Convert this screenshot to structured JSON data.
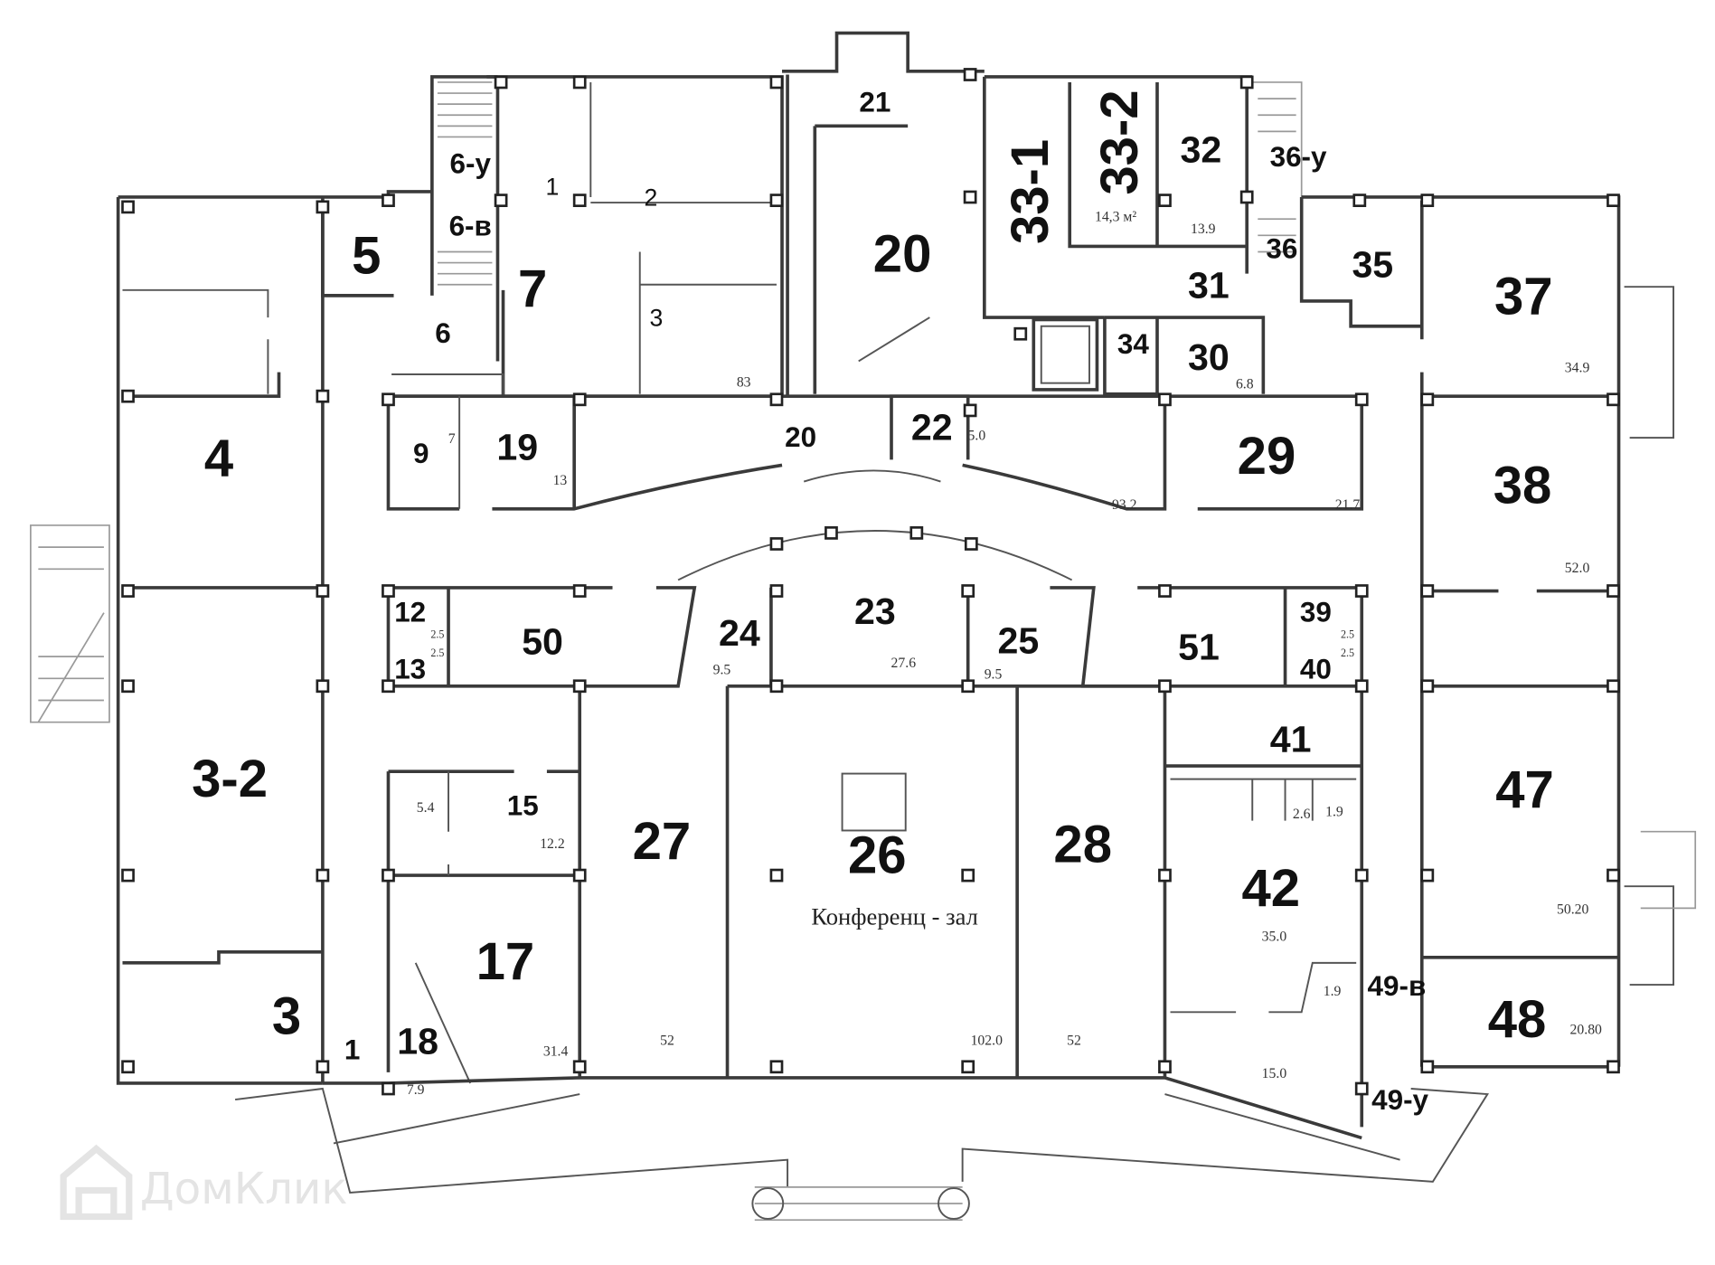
{
  "title": "Floor plan",
  "watermark": "ДомКлик",
  "labels": [
    {
      "text": "4",
      "kind": "room"
    },
    {
      "text": "5",
      "kind": "room"
    },
    {
      "text": "6-у",
      "kind": "room"
    },
    {
      "text": "6-в",
      "kind": "room"
    },
    {
      "text": "6",
      "kind": "room"
    },
    {
      "text": "7",
      "kind": "room"
    },
    {
      "text": "1",
      "kind": "room"
    },
    {
      "text": "2",
      "kind": "room"
    },
    {
      "text": "3",
      "kind": "room"
    },
    {
      "text": "83",
      "kind": "area"
    },
    {
      "text": "9",
      "kind": "room"
    },
    {
      "text": "7",
      "kind": "area"
    },
    {
      "text": "19",
      "kind": "room"
    },
    {
      "text": "13",
      "kind": "area"
    },
    {
      "text": "20",
      "kind": "room"
    },
    {
      "text": "21",
      "kind": "room"
    },
    {
      "text": "20",
      "kind": "room"
    },
    {
      "text": "22",
      "kind": "room"
    },
    {
      "text": "5.0",
      "kind": "area"
    },
    {
      "text": "33-1",
      "kind": "room"
    },
    {
      "text": "33-2",
      "kind": "room"
    },
    {
      "text": "14,3 м²",
      "kind": "area"
    },
    {
      "text": "32",
      "kind": "room"
    },
    {
      "text": "13.9",
      "kind": "area"
    },
    {
      "text": "36-у",
      "kind": "room"
    },
    {
      "text": "36",
      "kind": "room"
    },
    {
      "text": "35",
      "kind": "room"
    },
    {
      "text": "37",
      "kind": "room"
    },
    {
      "text": "34.9",
      "kind": "area"
    },
    {
      "text": "31",
      "kind": "room"
    },
    {
      "text": "34",
      "kind": "room"
    },
    {
      "text": "30",
      "kind": "room"
    },
    {
      "text": "6.8",
      "kind": "area"
    },
    {
      "text": "29",
      "kind": "room"
    },
    {
      "text": "21.7",
      "kind": "area"
    },
    {
      "text": "93.2",
      "kind": "area"
    },
    {
      "text": "38",
      "kind": "room"
    },
    {
      "text": "52.0",
      "kind": "area"
    },
    {
      "text": "12",
      "kind": "room"
    },
    {
      "text": "2.5",
      "kind": "area"
    },
    {
      "text": "13",
      "kind": "room"
    },
    {
      "text": "2.5",
      "kind": "area"
    },
    {
      "text": "50",
      "kind": "room"
    },
    {
      "text": "24",
      "kind": "room"
    },
    {
      "text": "9.5",
      "kind": "area"
    },
    {
      "text": "23",
      "kind": "room"
    },
    {
      "text": "27.6",
      "kind": "area"
    },
    {
      "text": "25",
      "kind": "room"
    },
    {
      "text": "9.5",
      "kind": "area"
    },
    {
      "text": "51",
      "kind": "room"
    },
    {
      "text": "39",
      "kind": "room"
    },
    {
      "text": "2.5",
      "kind": "area"
    },
    {
      "text": "2.5",
      "kind": "area"
    },
    {
      "text": "40",
      "kind": "room"
    },
    {
      "text": "3-2",
      "kind": "room"
    },
    {
      "text": "15",
      "kind": "room"
    },
    {
      "text": "5.4",
      "kind": "area"
    },
    {
      "text": "12.2",
      "kind": "area"
    },
    {
      "text": "27",
      "kind": "room"
    },
    {
      "text": "52",
      "kind": "area"
    },
    {
      "text": "26",
      "kind": "room"
    },
    {
      "text": "Конференц - зал",
      "kind": "room-name"
    },
    {
      "text": "102.0",
      "kind": "area"
    },
    {
      "text": "28",
      "kind": "room"
    },
    {
      "text": "52",
      "kind": "area"
    },
    {
      "text": "41",
      "kind": "room"
    },
    {
      "text": "42",
      "kind": "room"
    },
    {
      "text": "2.6",
      "kind": "area"
    },
    {
      "text": "1.9",
      "kind": "area"
    },
    {
      "text": "35.0",
      "kind": "area"
    },
    {
      "text": "1.9",
      "kind": "area"
    },
    {
      "text": "49-в",
      "kind": "room"
    },
    {
      "text": "15.0",
      "kind": "area"
    },
    {
      "text": "49-у",
      "kind": "room"
    },
    {
      "text": "47",
      "kind": "room"
    },
    {
      "text": "50.20",
      "kind": "area"
    },
    {
      "text": "48",
      "kind": "room"
    },
    {
      "text": "20.80",
      "kind": "area"
    },
    {
      "text": "17",
      "kind": "room"
    },
    {
      "text": "31.4",
      "kind": "area"
    },
    {
      "text": "3",
      "kind": "room"
    },
    {
      "text": "1",
      "kind": "room"
    },
    {
      "text": "18",
      "kind": "room"
    },
    {
      "text": "7.9",
      "kind": "area"
    }
  ]
}
